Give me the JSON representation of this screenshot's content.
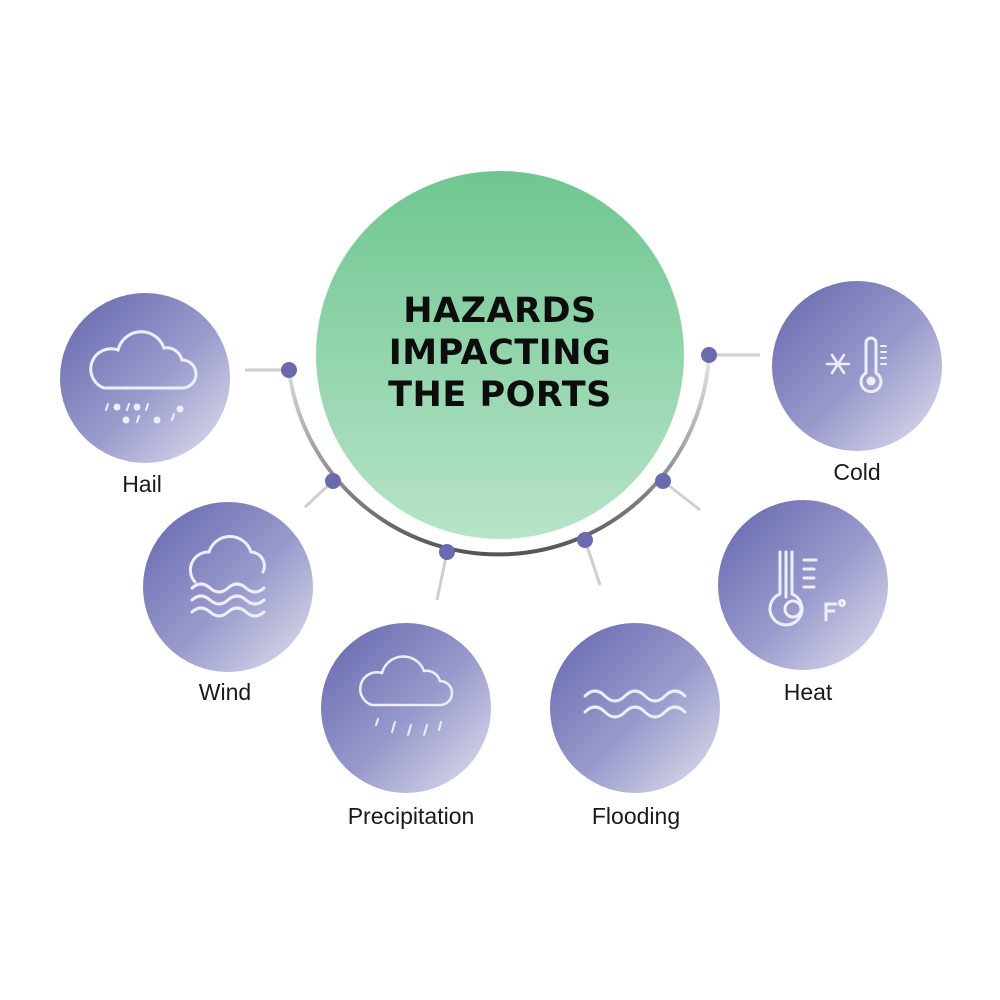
{
  "title": {
    "lines": [
      "HAZARDS",
      "IMPACTING",
      "THE PORTS"
    ]
  },
  "hazards": [
    {
      "label": "Hail",
      "icon": "hail-cloud-icon"
    },
    {
      "label": "Wind",
      "icon": "wind-cloud-icon"
    },
    {
      "label": "Precipitation",
      "icon": "rain-cloud-icon"
    },
    {
      "label": "Flooding",
      "icon": "waves-icon"
    },
    {
      "label": "Heat",
      "icon": "thermometer-fahrenheit-icon"
    },
    {
      "label": "Cold",
      "icon": "snowflake-thermometer-icon"
    }
  ],
  "colors": {
    "center_top": "#6fc690",
    "center_bottom": "#b4e3c6",
    "node_dark": "#6a6bb0",
    "node_light": "#d6d6ea",
    "dot": "#6a6aaf",
    "arc": "#6e6e6e"
  }
}
